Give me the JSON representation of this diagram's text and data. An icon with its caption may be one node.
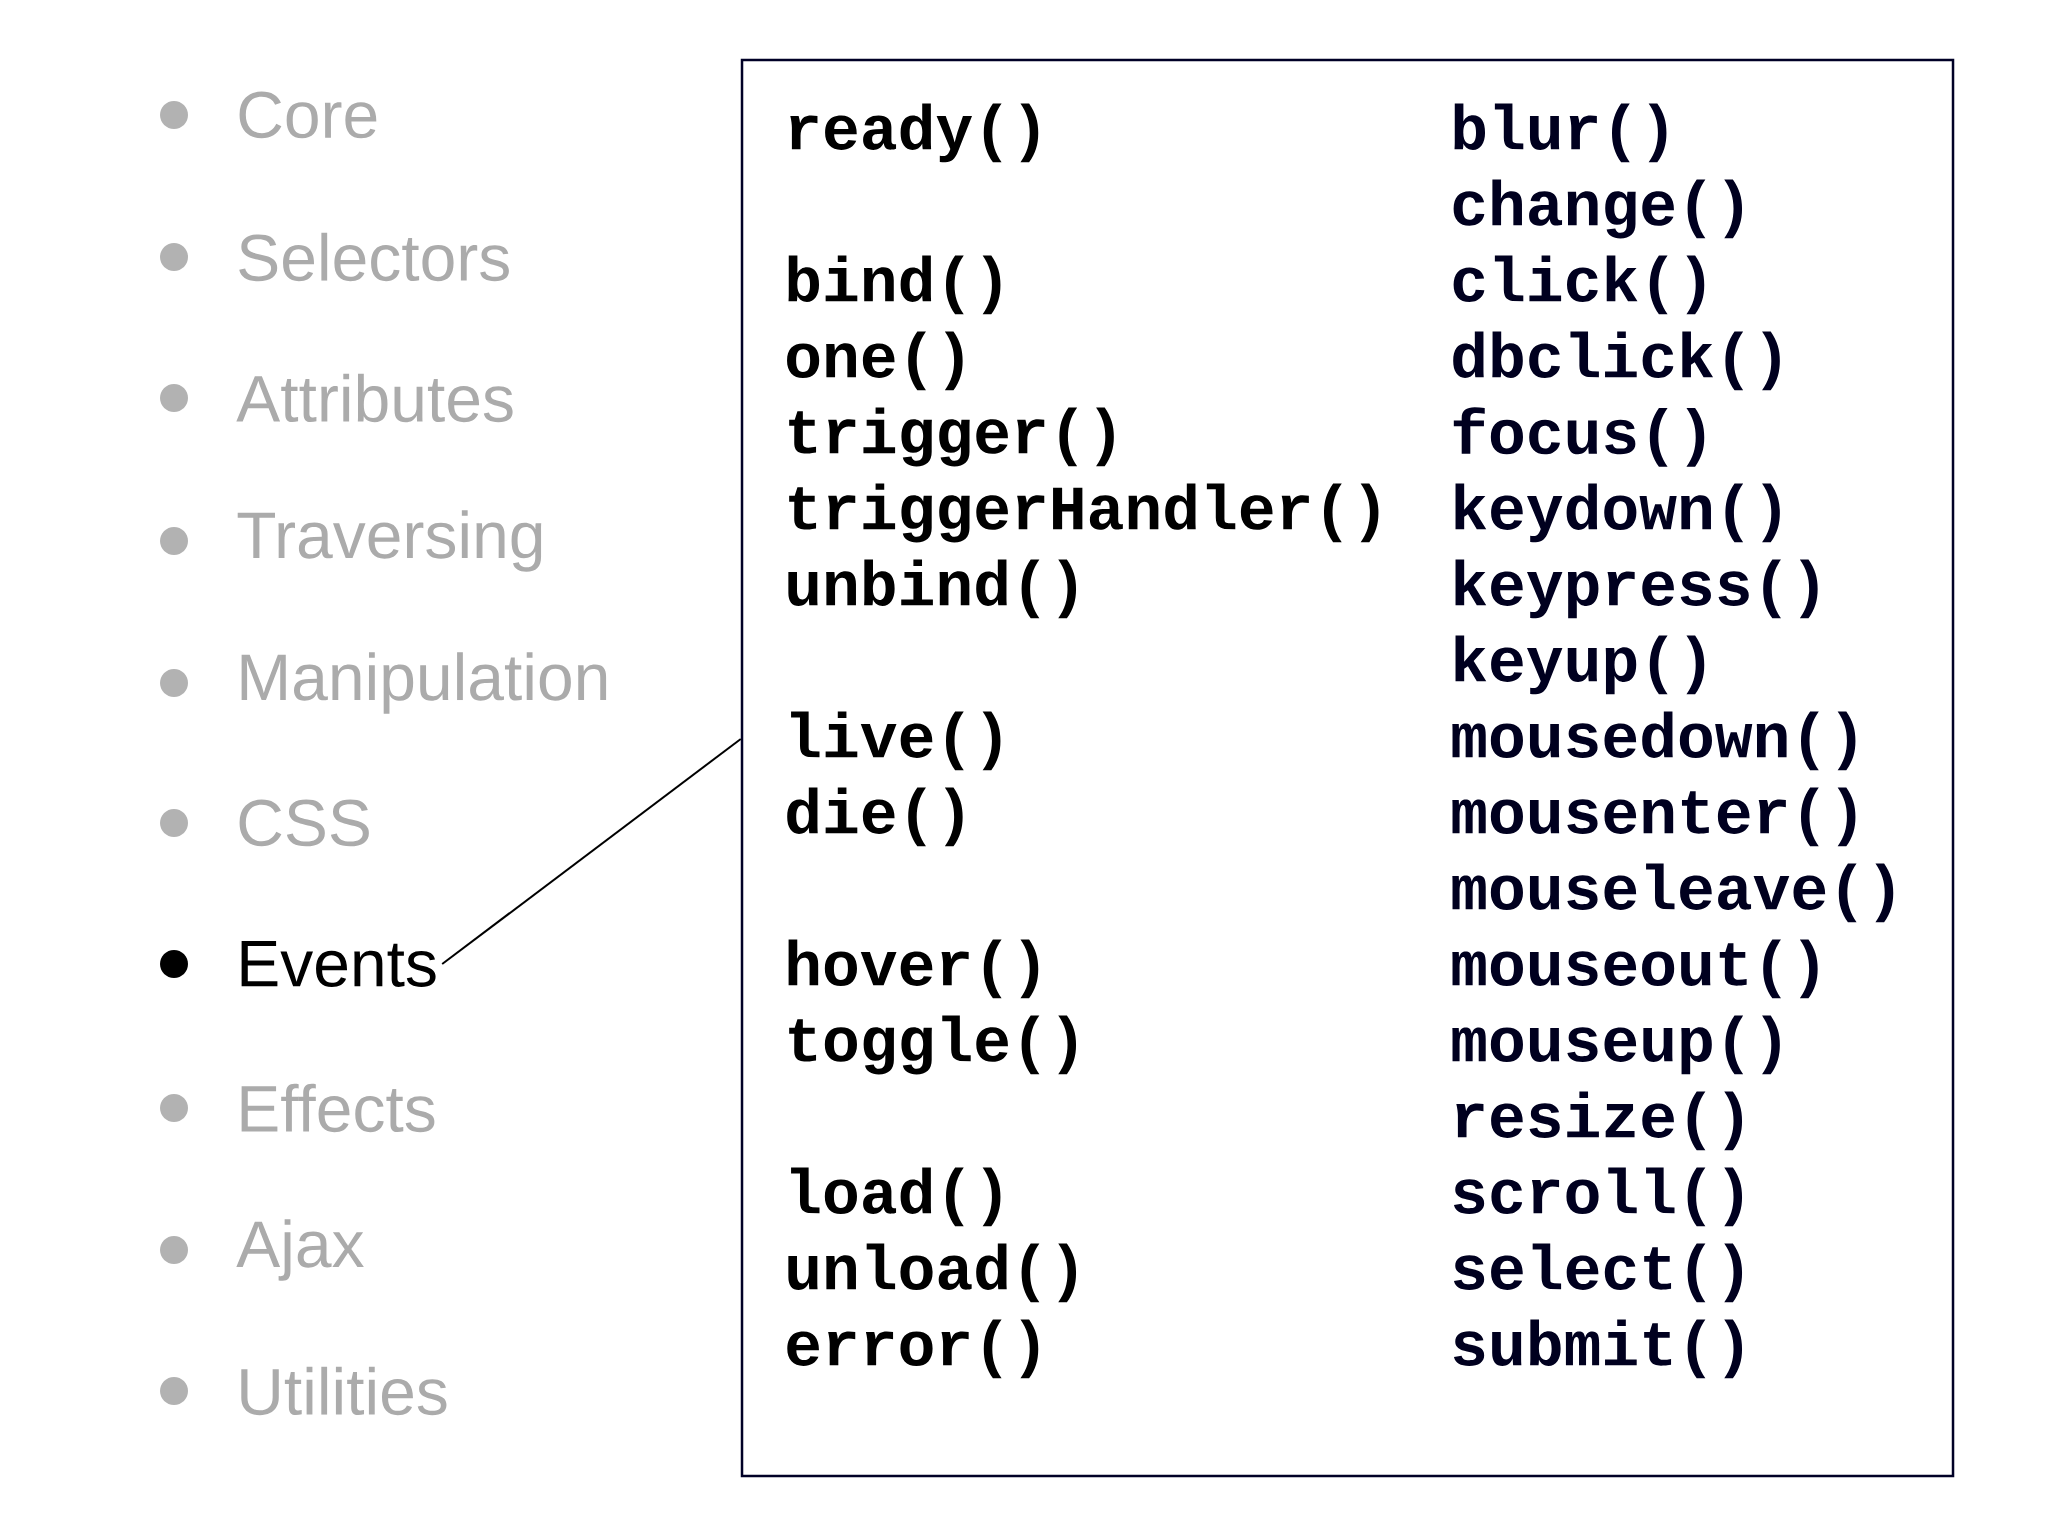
{
  "diagram": {
    "nodes": [
      {
        "text": [
          "Events"
        ]
      },
      {
        "text": [
          "ready()",
          "bind()",
          "one()",
          "trigger()",
          "triggerHandler()",
          "unbind()",
          "live()",
          "die()",
          "hover()",
          "toggle()",
          "load()",
          "unload()",
          "error()",
          "blur()",
          "change()",
          "click()",
          "dbclick()",
          "focus()",
          "keydown()",
          "keypress()",
          "keyup()",
          "mousedown()",
          "mousenter()",
          "mouseleave()",
          "mouseout()",
          "mouseup()",
          "resize()",
          "scroll()",
          "select()",
          "submit()"
        ]
      }
    ],
    "edges": [
      {
        "from": 0,
        "to": 1,
        "arrow": "none"
      }
    ],
    "labels": [
      "Core",
      "Selectors",
      "Attributes",
      "Traversing",
      "Manipulation",
      "CSS",
      "Effects",
      "Ajax",
      "Utilities"
    ]
  }
}
